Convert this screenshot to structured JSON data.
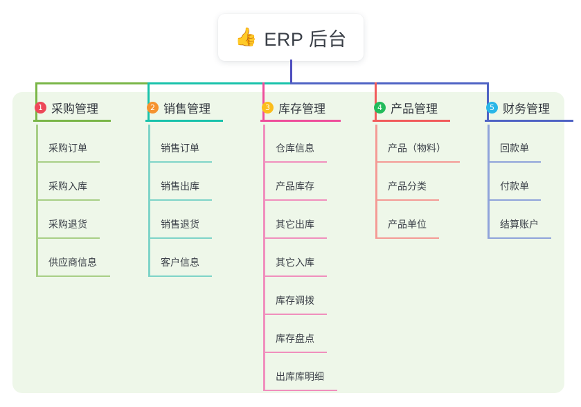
{
  "diagram": {
    "type": "mind-map",
    "root": {
      "icon": "thumbs-up-icon",
      "icon_glyph": "👍",
      "label": "ERP 后台"
    },
    "panel_color": "#eef7e9",
    "branches": [
      {
        "number": "1",
        "label": "采购管理",
        "badge_color": "#ed4758",
        "line_color": "#7ab648",
        "leaf_line_color": "#a8cf86",
        "children": [
          "采购订单",
          "采购入库",
          "采购退货",
          "供应商信息"
        ]
      },
      {
        "number": "2",
        "label": "销售管理",
        "badge_color": "#f5922f",
        "line_color": "#19c2ab",
        "leaf_line_color": "#7ed4c8",
        "children": [
          "销售订单",
          "销售出库",
          "销售退货",
          "客户信息"
        ]
      },
      {
        "number": "3",
        "label": "库存管理",
        "badge_color": "#fbbd1b",
        "line_color": "#ee4e9b",
        "leaf_line_color": "#f08fbd",
        "children": [
          "仓库信息",
          "产品库存",
          "其它出库",
          "其它入库",
          "库存调拨",
          "库存盘点",
          "出库库明细"
        ]
      },
      {
        "number": "4",
        "label": "产品管理",
        "badge_color": "#22bb5b",
        "line_color": "#f15b5b",
        "leaf_line_color": "#f49a95",
        "children": [
          "产品（物料）",
          "产品分类",
          "产品单位"
        ]
      },
      {
        "number": "5",
        "label": "财务管理",
        "badge_color": "#29b6e8",
        "line_color": "#4f63c4",
        "leaf_line_color": "#8fa3da",
        "children": [
          "回款单",
          "付款单",
          "结算账户"
        ]
      }
    ],
    "connectors": {
      "trunk_color": "#4f4fbf",
      "bus_segments": [
        {
          "color": "#7ab648"
        },
        {
          "color": "#19c2ab"
        },
        {
          "color": "#4f63c4"
        }
      ]
    }
  }
}
